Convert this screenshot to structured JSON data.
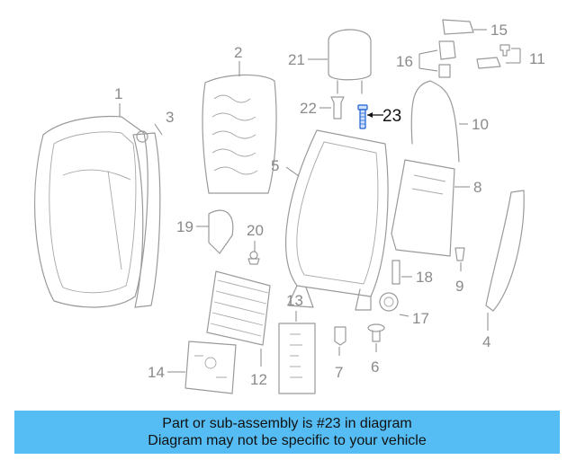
{
  "callouts": {
    "c1": "1",
    "c2": "2",
    "c3": "3",
    "c4": "4",
    "c5": "5",
    "c6": "6",
    "c7": "7",
    "c8": "8",
    "c9": "9",
    "c10": "10",
    "c11": "11",
    "c12": "12",
    "c13": "13",
    "c14": "14",
    "c15": "15",
    "c16": "16",
    "c17": "17",
    "c18": "18",
    "c19": "19",
    "c20": "20",
    "c21": "21",
    "c22": "22",
    "c23": "23"
  },
  "highlight_part": "23",
  "colors": {
    "banner": "#55bdf4",
    "highlight": "#1a5fd0",
    "line": "#9a9a9a"
  },
  "banner": {
    "line1": "Part or sub-assembly is #23 in diagram",
    "line2": "Diagram may not be specific to your vehicle"
  }
}
